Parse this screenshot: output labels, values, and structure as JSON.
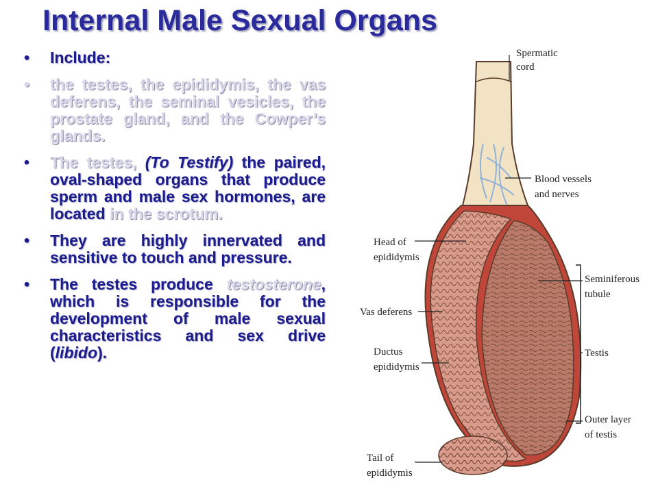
{
  "slide": {
    "title": "Internal Male Sexual Organs",
    "bullets": [
      {
        "text": "Include:"
      },
      {
        "text": "the testes, the epididymis, the vas deferens, the seminal vesicles, the prostate gland, and the Cowper’s glands."
      },
      {
        "part1": "The testes, ",
        "part2": "(To Testify)",
        "part3": " the paired, oval-shaped organs that produce sperm and male sex hormones, are located ",
        "part4": "in the scrotum."
      },
      {
        "text": "They are highly innervated and sensitive to touch and pressure."
      },
      {
        "part1": "The testes produce ",
        "part2": "testosterone",
        "part3": ", which is responsible for the development of male sexual characteristics and sex drive (",
        "part4": "libido",
        "part5": ")."
      }
    ]
  },
  "diagram": {
    "labels": {
      "spermatic_cord_1": "Spermatic",
      "spermatic_cord_2": "cord",
      "blood_vessels_1": "Blood vessels",
      "blood_vessels_2": "and nerves",
      "head_epididymis_1": "Head of",
      "head_epididymis_2": "epididymis",
      "seminiferous_1": "Seminiferous",
      "seminiferous_2": "tubule",
      "vas_deferens": "Vas deferens",
      "ductus_1": "Ductus",
      "ductus_2": "epididymis",
      "testis": "Testis",
      "outer_layer_1": "Outer layer",
      "outer_layer_2": "of testis",
      "tail_1": "Tail of",
      "tail_2": "epididymis"
    },
    "colors": {
      "cord": "#f2e3c4",
      "outline": "#5a3a2a",
      "tissue": "#b97a6a",
      "layer": "#c0463a",
      "vessels": "#8fb2d8"
    }
  }
}
